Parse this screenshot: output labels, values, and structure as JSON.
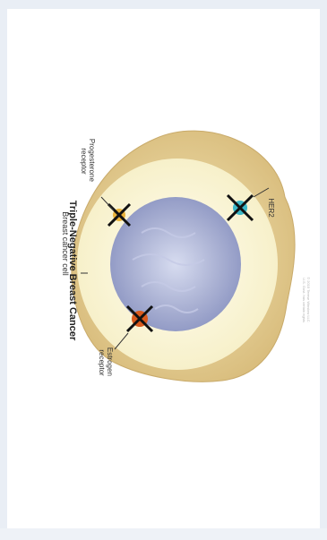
{
  "diagram": {
    "title": "Triple-Negative Breast Cancer",
    "cell_label": "Breast cancer cell",
    "receptors": [
      {
        "name": "Progesterone\nreceptor",
        "color": "#e8b23a",
        "icon": "cross-x"
      },
      {
        "name": "Estrogen\nreceptor",
        "color": "#d85a1e",
        "icon": "cross-x"
      },
      {
        "name": "HER2",
        "color": "#3cb8c8",
        "icon": "cross-x"
      }
    ],
    "copyright": "© 2015 Terese Winslow LLC\nU.S. Govt. has certain rights"
  },
  "colors": {
    "background": "#e9eef5",
    "panel": "#ffffff",
    "cytoplasm": "#fbf6d8",
    "outer_membrane": "#e6cf95",
    "nucleus": "#a6adcf"
  }
}
